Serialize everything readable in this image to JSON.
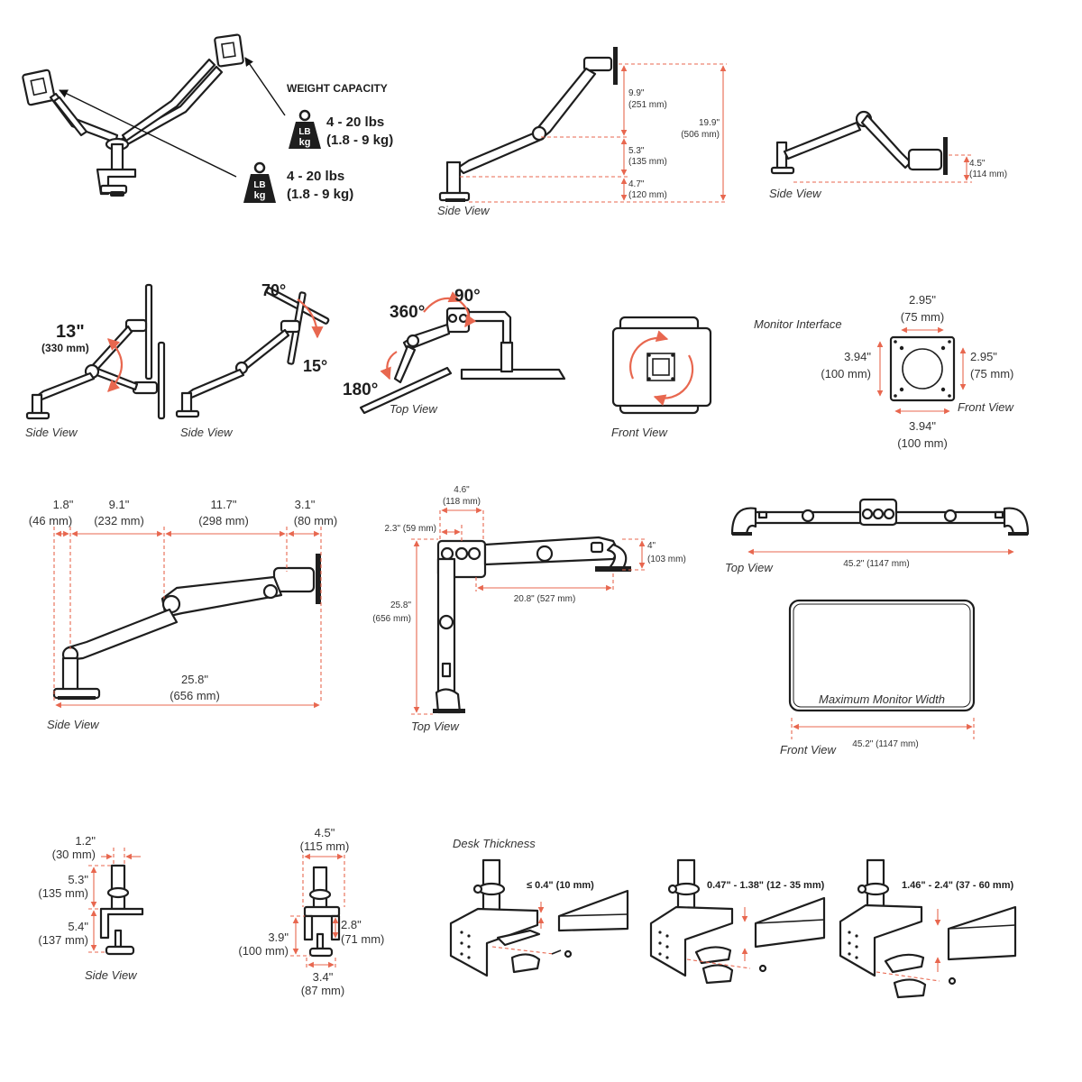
{
  "weight": {
    "heading": "WEIGHT CAPACITY",
    "badge_top": "LB",
    "badge_bottom": "kg",
    "capacity_1_lbs": "4 - 20 lbs",
    "capacity_1_kg": "(1.8 - 9 kg)",
    "capacity_2_lbs": "4 - 20 lbs",
    "capacity_2_kg": "(1.8 - 9 kg)"
  },
  "side_view_height": {
    "caption": "Side View",
    "d1_in": "9.9\"",
    "d1_mm": "(251 mm)",
    "d2_in": "5.3\"",
    "d2_mm": "(135 mm)",
    "d3_in": "4.7\"",
    "d3_mm": "(120 mm)",
    "total_in": "19.9\"",
    "total_mm": "(506 mm)"
  },
  "side_view_drop": {
    "caption": "Side View",
    "d_in": "4.5\"",
    "d_mm": "(114 mm)"
  },
  "motion": {
    "lift_in": "13\"",
    "lift_mm": "(330 mm)",
    "caption_1": "Side View",
    "tilt_up": "70°",
    "tilt_down": "15°",
    "caption_2": "Side View",
    "rot_360": "360°",
    "rot_90": "90°",
    "rot_180": "180°",
    "caption_3": "Top View",
    "caption_4": "Front View"
  },
  "interface": {
    "title": "Monitor Interface",
    "top_in": "2.95\"",
    "top_mm": "(75 mm)",
    "right_in": "2.95\"",
    "right_mm": "(75 mm)",
    "left_in": "3.94\"",
    "left_mm": "(100 mm)",
    "bottom_in": "3.94\"",
    "bottom_mm": "(100 mm)",
    "caption": "Front View"
  },
  "reach_side": {
    "seg1_in": "1.8\"",
    "seg1_mm": "(46 mm)",
    "seg2_in": "9.1\"",
    "seg2_mm": "(232 mm)",
    "seg3_in": "11.7\"",
    "seg3_mm": "(298 mm)",
    "seg4_in": "3.1\"",
    "seg4_mm": "(80 mm)",
    "total_in": "25.8\"",
    "total_mm": "(656 mm)",
    "caption": "Side View"
  },
  "reach_top": {
    "a_in": "4.6\"",
    "a_mm": "(118 mm)",
    "b_label": "2.3\" (59 mm)",
    "c_in": "4\"",
    "c_mm": "(103 mm)",
    "d_in": "25.8\"",
    "d_mm": "(656 mm)",
    "e_label": "20.8\" (527 mm)",
    "caption": "Top View"
  },
  "span": {
    "top_label": "45.2\" (1147 mm)",
    "top_caption": "Top View",
    "monitor_label": "Maximum Monitor Width",
    "front_label": "45.2\" (1147 mm)",
    "front_caption": "Front View"
  },
  "clamp_side": {
    "w_in": "1.2\"",
    "w_mm": "(30 mm)",
    "h1_in": "5.3\"",
    "h1_mm": "(135 mm)",
    "h2_in": "5.4\"",
    "h2_mm": "(137 mm)",
    "caption": "Side View"
  },
  "clamp_front": {
    "w_in": "4.5\"",
    "w_mm": "(115 mm)",
    "h_in": "3.9\"",
    "h_mm": "(100 mm)",
    "d_in": "2.8\"",
    "d_mm": "(71 mm)",
    "b_in": "3.4\"",
    "b_mm": "(87 mm)"
  },
  "desk": {
    "title": "Desk Thickness",
    "range_1": "≤ 0.4\" (10 mm)",
    "range_2": "0.47\" - 1.38\" (12 - 35 mm)",
    "range_3": "1.46\" - 2.4\" (37 - 60 mm)"
  }
}
